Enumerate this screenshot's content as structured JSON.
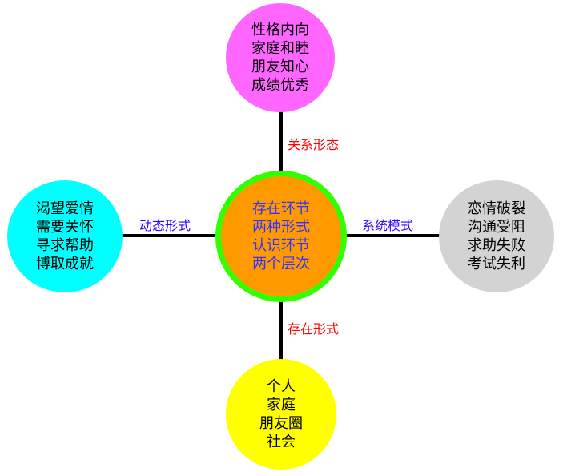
{
  "colors": {
    "center_fill": "#ff9900",
    "center_border": "#33ff00",
    "center_text": "#3333ff",
    "top_fill": "#ff66ff",
    "left_fill": "#00ffff",
    "right_fill": "#d3d3d3",
    "bottom_fill": "#ffff00",
    "label_red": "#ff0000",
    "label_blue": "#3300ff"
  },
  "center": {
    "lines": [
      "存在环节",
      "两种形式",
      "认识环节",
      "两个层次"
    ]
  },
  "top": {
    "lines": [
      "性格内向",
      "家庭和睦",
      "朋友知心",
      "成绩优秀"
    ],
    "edge_label": "关系形态"
  },
  "left": {
    "lines": [
      "渴望爱情",
      "需要关怀",
      "寻求帮助",
      "博取成就"
    ],
    "edge_label": "动态形式"
  },
  "right": {
    "lines": [
      "恋情破裂",
      "沟通受阻",
      "求助失败",
      "考试失利"
    ],
    "edge_label": "系统模式"
  },
  "bottom": {
    "lines": [
      "个人",
      "家庭",
      "朋友圈",
      "社会"
    ],
    "edge_label": "存在形式"
  }
}
